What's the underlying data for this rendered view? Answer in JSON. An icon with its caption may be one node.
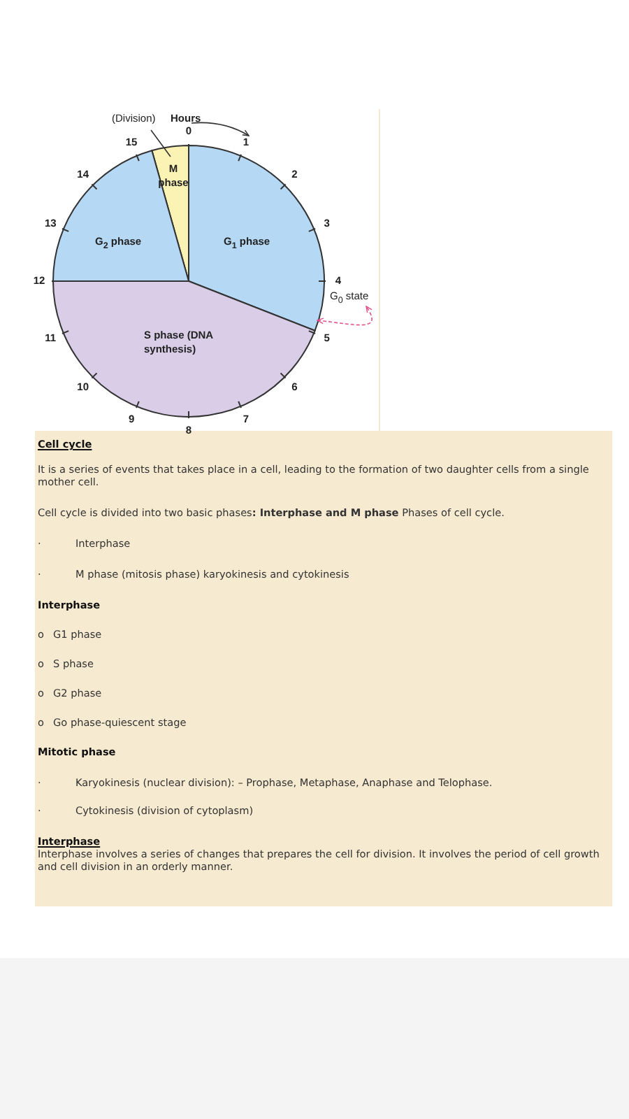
{
  "diagram": {
    "nodes": [
      {
        "text": [
          "M phase"
        ]
      },
      {
        "text": [
          "G$_{1}$ phase"
        ]
      },
      {
        "text": [
          "G$_{2}$ phase"
        ]
      },
      {
        "text": [
          "S phase (DNA synthesis)"
        ]
      },
      {
        "text": [
          "(Division)"
        ]
      },
      {
        "text": [
          "G$_{0}$ state"
        ]
      }
    ],
    "edges": [
      {
        "from": 4,
        "to": 0,
        "arrow": "none"
      },
      {
        "from": 1,
        "to": 5,
        "arrow": "both",
        "style": "dashed",
        "color": "#e0508a"
      }
    ],
    "labels": [
      "Hours",
      "0",
      "1",
      "2",
      "3",
      "4",
      "5",
      "6",
      "7",
      "8",
      "9",
      "10",
      "11",
      "12",
      "13",
      "14",
      "15",
      "Cell cycle",
      "It is a series of events that takes place in a cell, leading to the formation of two daughter cells from a single mother cell.",
      "Cell cycle is divided into two basic phases**: Interphase and M phase** Phases of cell cycle.",
      "·",
      "Interphase",
      "·",
      "M  phase (mitosis phase) karyokinesis and cytokinesis",
      "Interphase",
      "o",
      "G1 phase",
      "o",
      "S phase",
      "o",
      "G2 phase",
      "o",
      "Go phase-quiescent stage",
      "Mitotic phase",
      "·",
      "Karyokinesis (nuclear division): – Prophase, Metaphase, Anaphase and Telophase.",
      "·",
      "Cytokinesis (division of cytoplasm)",
      "Interphase",
      "Interphase involves a series of changes that prepares the cell for division. It involves the period of cell growth and cell division in an orderly manner."
    ]
  }
}
